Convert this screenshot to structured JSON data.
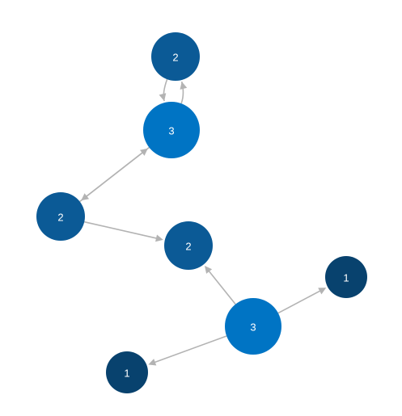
{
  "graph": {
    "nodes": [
      {
        "id": "n1",
        "label": "2",
        "color": "#0b5a96"
      },
      {
        "id": "n2",
        "label": "3",
        "color": "#0074c4"
      },
      {
        "id": "n3",
        "label": "2",
        "color": "#0b5a96"
      },
      {
        "id": "n4",
        "label": "2",
        "color": "#0b5a96"
      },
      {
        "id": "n5",
        "label": "1",
        "color": "#08426e"
      },
      {
        "id": "n6",
        "label": "3",
        "color": "#0074c4"
      },
      {
        "id": "n7",
        "label": "1",
        "color": "#08426e"
      }
    ],
    "edges": [
      {
        "id": "e1",
        "from": "n1",
        "to": "n2"
      },
      {
        "id": "e2",
        "from": "n2",
        "to": "n1"
      },
      {
        "id": "e3",
        "from": "n2",
        "to": "n3"
      },
      {
        "id": "e4",
        "from": "n3",
        "to": "n2"
      },
      {
        "id": "e5",
        "from": "n3",
        "to": "n4"
      },
      {
        "id": "e6",
        "from": "n6",
        "to": "n4"
      },
      {
        "id": "e7",
        "from": "n6",
        "to": "n5"
      },
      {
        "id": "e8",
        "from": "n6",
        "to": "n7"
      }
    ],
    "edge_color": "#b3b3b3",
    "label_color": "#ffffff"
  }
}
